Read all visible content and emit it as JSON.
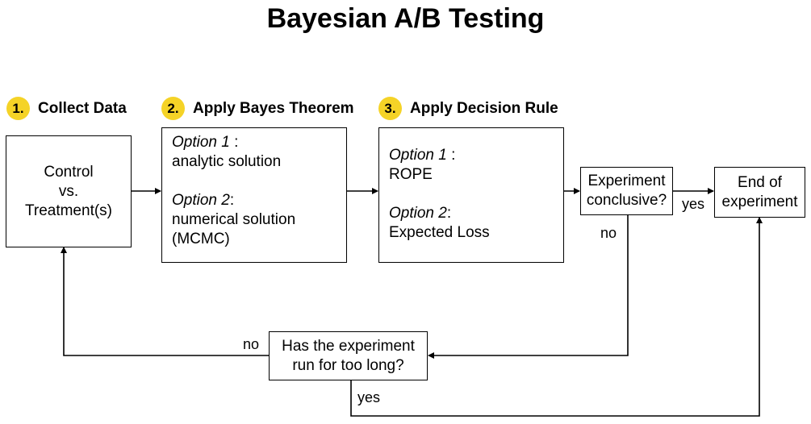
{
  "title": "Bayesian A/B Testing",
  "steps": [
    {
      "number": "1.",
      "label": "Collect Data"
    },
    {
      "number": "2.",
      "label": "Apply Bayes Theorem"
    },
    {
      "number": "3.",
      "label": "Apply Decision Rule"
    }
  ],
  "collect_box": {
    "line1": "Control",
    "line2": "vs.",
    "line3": "Treatment(s)"
  },
  "bayes_box": {
    "option1_label": "Option 1",
    "option1_sep": " :",
    "option1_text": "analytic solution",
    "option2_label": "Option 2",
    "option2_sep": ":",
    "option2_text": "numerical solution",
    "option2_text2": "(MCMC)"
  },
  "decision_box": {
    "option1_label": "Option 1",
    "option1_sep": " :",
    "option1_text": "ROPE",
    "option2_label": "Option 2",
    "option2_sep": ":",
    "option2_text": "Expected Loss"
  },
  "conclusive_box": {
    "line1": "Experiment",
    "line2": "conclusive?"
  },
  "end_box": {
    "line1": "End of",
    "line2": "experiment"
  },
  "too_long_box": {
    "line1": "Has the experiment",
    "line2": "run for too long?"
  },
  "edge_labels": {
    "yes_to_end": "yes",
    "no_from_conclusive": "no",
    "no_to_collect": "no",
    "yes_to_end_bottom": "yes"
  }
}
